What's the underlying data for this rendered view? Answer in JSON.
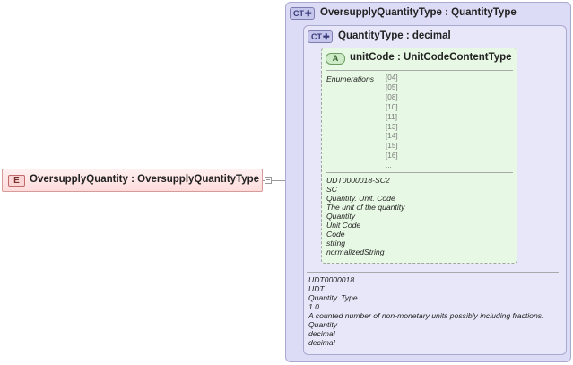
{
  "element": {
    "badge": "E",
    "label": "OversupplyQuantity : OversupplyQuantityType"
  },
  "outer_type": {
    "badge": "CT",
    "title": "OversupplyQuantityType : QuantityType"
  },
  "inner_type": {
    "badge": "CT",
    "title": "QuantityType : decimal",
    "annotations": [
      "UDT0000018",
      "UDT",
      "Quantity. Type",
      "1.0",
      "A counted number of non-monetary units possibly including fractions.",
      "Quantity",
      "decimal",
      "decimal"
    ]
  },
  "attribute": {
    "badge": "A",
    "title": "unitCode : UnitCodeContentType",
    "enum_label": "Enumerations",
    "enums": [
      "[04]",
      "[05]",
      "[08]",
      "[10]",
      "[11]",
      "[13]",
      "[14]",
      "[15]",
      "[16]",
      "..."
    ],
    "annotations": [
      "UDT0000018-SC2",
      "SC",
      "Quantity. Unit. Code",
      "The unit of the quantity",
      "Quantity",
      "Unit Code",
      "Code",
      "string",
      "normalizedString"
    ]
  },
  "colors": {
    "element_fill": "#ffdcdc",
    "complex_type_fill": "#dcdcf6",
    "attribute_fill": "#e7f9e4"
  }
}
